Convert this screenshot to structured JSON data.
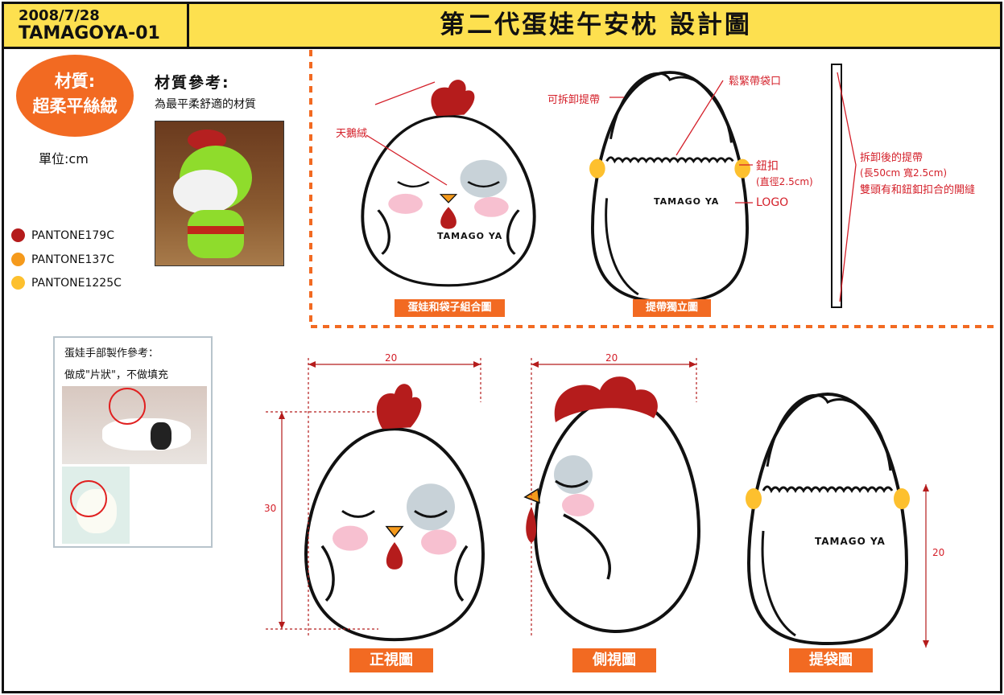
{
  "header": {
    "date": "2008/7/28",
    "code": "TAMAGOYA-01",
    "title": "第二代蛋娃午安枕  設計圖"
  },
  "material": {
    "line1": "材質:",
    "line2": "超柔平絲絨",
    "ref_title": "材質參考:",
    "ref_desc": "為最平柔舒適的材質",
    "unit": "單位:cm"
  },
  "pantone": [
    {
      "name": "PANTONE179C",
      "color": "#b51c1c"
    },
    {
      "name": "PANTONE137C",
      "color": "#f59a1c"
    },
    {
      "name": "PANTONE1225C",
      "color": "#fdc02e"
    }
  ],
  "hand_ref": {
    "line1": "蛋娃手部製作參考：",
    "line2": "做成\"片狀\"，不做填充"
  },
  "annotations": {
    "velvet": "天鵝絨",
    "strap": "可拆卸提帶",
    "drawstring": "鬆緊帶袋口",
    "button": "鈕扣",
    "button_size": "(直徑2.5cm)",
    "logo": "LOGO",
    "strap_detached": "拆卸後的提帶",
    "strap_size": "(長50cm 寬2.5cm)",
    "strap_note": "雙頭有和鈕釦扣合的開縫"
  },
  "brand": "TAMAGO YA",
  "labels": {
    "combo": "蛋娃和袋子組合圖",
    "strap_view": "提帶獨立圖",
    "front": "正視圖",
    "side": "側視圖",
    "bag": "提袋圖"
  },
  "dimensions": {
    "front_width": "20",
    "side_width": "20",
    "height": "30",
    "bag_height": "20"
  }
}
